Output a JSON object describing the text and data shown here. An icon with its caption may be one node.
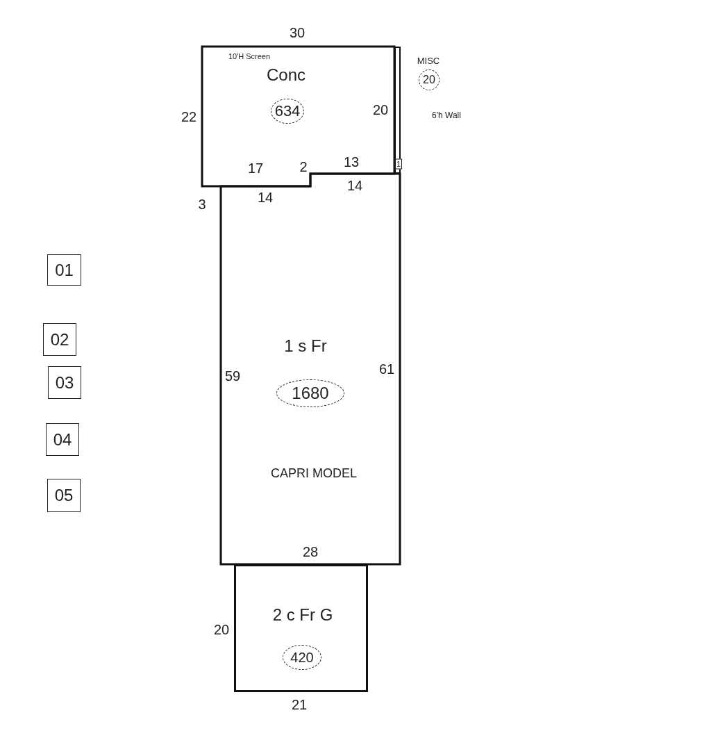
{
  "diagram": {
    "nodes": [
      {
        "text": [
          "10'H Screen",
          "Conc"
        ]
      },
      {
        "text": [
          "634"
        ],
        "in": 0
      },
      {
        "text": [
          "1"
        ]
      },
      {
        "text": [
          "20"
        ],
        "beside": [
          "MISC"
        ]
      },
      {
        "text": [
          "1 s Fr",
          "CAPRI MODEL"
        ]
      },
      {
        "text": [
          "1680"
        ],
        "in": 4
      },
      {
        "text": [
          "2 c Fr G"
        ]
      },
      {
        "text": [
          "420"
        ],
        "in": 6
      },
      {
        "text": [
          "01"
        ]
      },
      {
        "text": [
          "02"
        ]
      },
      {
        "text": [
          "03"
        ]
      },
      {
        "text": [
          "04"
        ]
      },
      {
        "text": [
          "05"
        ]
      }
    ],
    "labels": [
      "30",
      "22",
      "20",
      "6'h Wall",
      "17",
      "2",
      "13",
      "14",
      "14",
      "3",
      "61",
      "59",
      "28",
      "20",
      "21"
    ]
  }
}
